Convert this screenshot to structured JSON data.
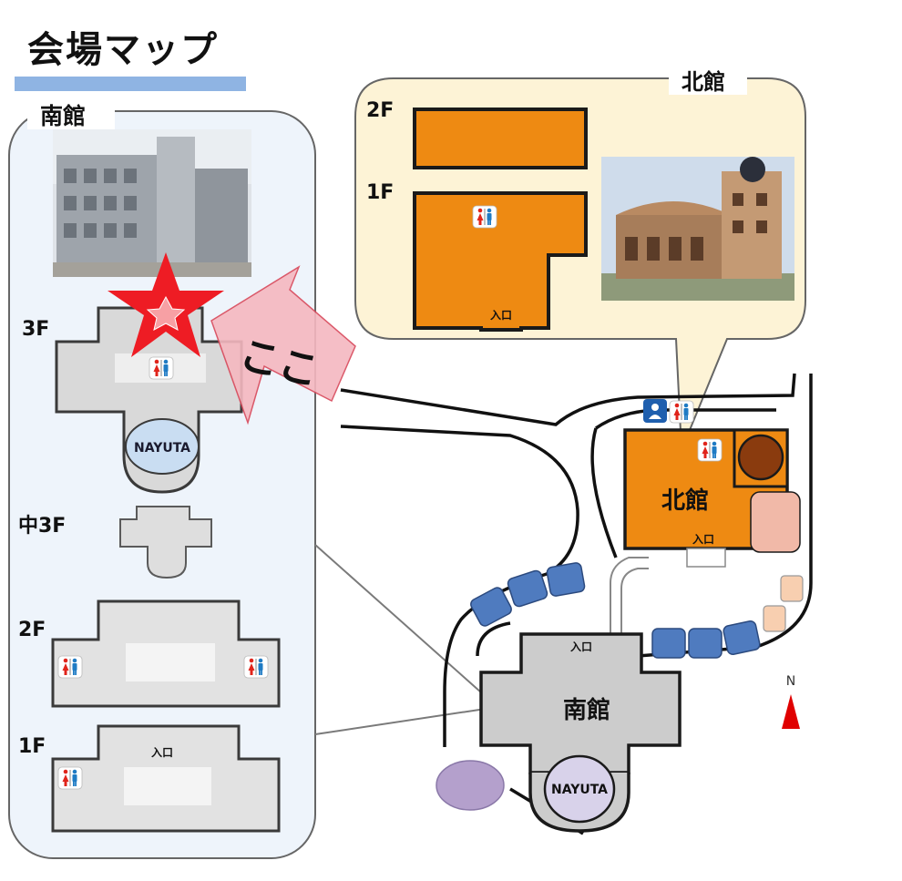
{
  "title": "会場マップ",
  "south_panel": {
    "label": "南館",
    "floors": [
      "3F",
      "中3F",
      "2F",
      "1F"
    ],
    "here_label": "ここ",
    "dome_label": "NAYUTA",
    "entrance_label": "入口"
  },
  "north_panel": {
    "label": "北館",
    "floors": [
      "2F",
      "1F"
    ],
    "entrance_label": "入口"
  },
  "site_map": {
    "north_building_label": "北館",
    "north_entrance_label": "入口",
    "south_building_label": "南館",
    "south_entrance_label": "入口",
    "dome_label": "NAYUTA",
    "compass_label": "N"
  },
  "colors": {
    "title_underline": "#8fb4e3",
    "south_panel_bg": "#eef4fb",
    "north_panel_bg": "#fdf3d6",
    "north_building": "#ee8a12",
    "parking": "#4f7bbf",
    "star": "#ee1c24",
    "arrow": "#f5b8c0",
    "compass": "#e00000"
  },
  "icons": [
    "restroom-icon",
    "nursing-room-icon",
    "star-icon",
    "compass-icon",
    "arrow-icon"
  ]
}
